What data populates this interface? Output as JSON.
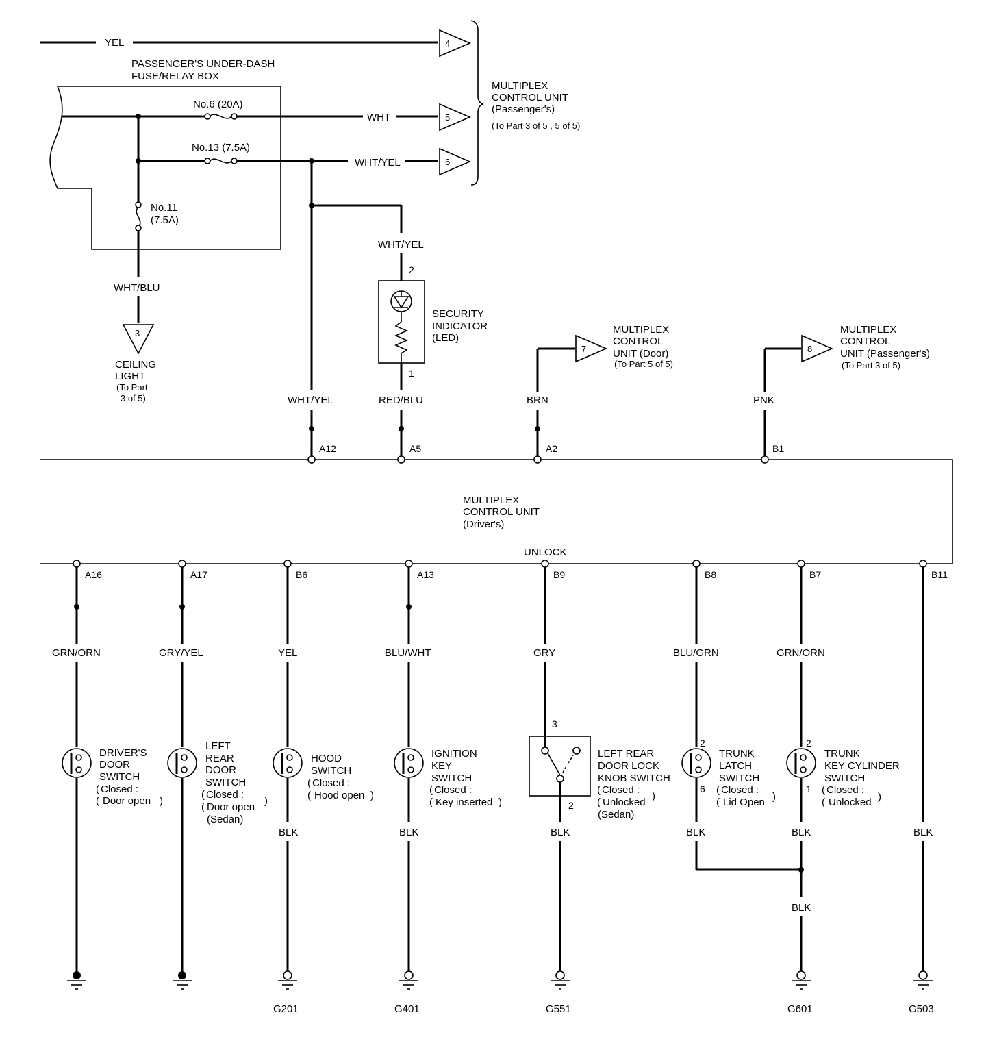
{
  "fuse_box": {
    "title_line1": "PASSENGER'S UNDER-DASH",
    "title_line2": "FUSE/RELAY BOX",
    "fuse6": "No.6 (20A)",
    "fuse13": "No.13 (7.5A)",
    "fuse11_line1": "No.11",
    "fuse11_line2": "(7.5A)"
  },
  "top_wires": {
    "yel": "YEL",
    "wht": "WHT",
    "wht_yel": "WHT/YEL",
    "wht_blu": "WHT/BLU"
  },
  "connectors": {
    "c4": "4",
    "c5": "5",
    "c6": "6",
    "c3": "3",
    "c7": "7",
    "c8": "8"
  },
  "mux_passenger": {
    "line1": "MULTIPLEX",
    "line2": "CONTROL UNIT",
    "line3": "(Passenger's)",
    "line4": "(To Part 3 of 5 , 5 of 5)"
  },
  "ceiling_light": {
    "line1": "CEILING",
    "line2": "LIGHT",
    "line3": "(To Part",
    "line4": "3 of 5)"
  },
  "security": {
    "wire_top": "WHT/YEL",
    "pin_top": "2",
    "pin_bottom": "1",
    "line1": "SECURITY",
    "line2": "INDICATOR",
    "line3": "(LED)",
    "wire_bottom": "RED/BLU"
  },
  "mux_door": {
    "line1": "MULTIPLEX",
    "line2": "CONTROL",
    "line3": "UNIT (Door)",
    "line4": "(To Part 5 of 5)"
  },
  "mux_pass2": {
    "line1": "MULTIPLEX",
    "line2": "CONTROL",
    "line3": "UNIT (Passenger's)",
    "line4": "(To Part 3 of 5)"
  },
  "upper_wires": {
    "a12": "WHT/YEL",
    "a5": "RED/BLU",
    "a2": "BRN",
    "b1": "PNK"
  },
  "upper_pins": {
    "a12": "A12",
    "a5": "A5",
    "a2": "A2",
    "b1": "B1"
  },
  "mux_driver": {
    "line1": "MULTIPLEX",
    "line2": "CONTROL UNIT",
    "line3": "(Driver's)",
    "unlock": "UNLOCK"
  },
  "lower_pins": [
    "A16",
    "A17",
    "B6",
    "A13",
    "B9",
    "B8",
    "B7",
    "B11"
  ],
  "lower_wires": [
    "GRN/ORN",
    "GRY/YEL",
    "YEL",
    "BLU/WHT",
    "GRY",
    "BLU/GRN",
    "GRN/ORN"
  ],
  "switches": {
    "drivers_door": [
      "DRIVER'S",
      "DOOR",
      "SWITCH",
      "Closed :",
      "Door open"
    ],
    "left_rear_door": [
      "LEFT",
      "REAR",
      "DOOR",
      "SWITCH",
      "Closed :",
      "Door open",
      "(Sedan)"
    ],
    "hood": [
      "HOOD",
      "SWITCH",
      "Closed :",
      "Hood open"
    ],
    "ignition_key": [
      "IGNITION",
      "KEY",
      "SWITCH",
      "Closed :",
      "Key inserted"
    ],
    "knob": [
      "LEFT REAR",
      "DOOR LOCK",
      "KNOB SWITCH",
      "Closed :",
      "Unlocked",
      "(Sedan)"
    ],
    "trunk_latch": [
      "TRUNK",
      "LATCH",
      "SWITCH",
      "Closed :",
      "Lid Open"
    ],
    "trunk_key": [
      "TRUNK",
      "KEY CYLINDER",
      "SWITCH",
      "Closed :",
      "Unlocked"
    ]
  },
  "switch_pins": {
    "knob_top": "3",
    "knob_bottom": "2",
    "latch_top": "2",
    "latch_bottom": "6",
    "key_top": "2",
    "key_bottom": "1"
  },
  "ground_wires": {
    "hood": "BLK",
    "ignition": "BLK",
    "knob": "BLK",
    "latch": "BLK",
    "key": "BLK",
    "joined": "BLK",
    "b11": "BLK"
  },
  "grounds": {
    "g201": "G201",
    "g401": "G401",
    "g551": "G551",
    "g601": "G601",
    "g503": "G503"
  }
}
